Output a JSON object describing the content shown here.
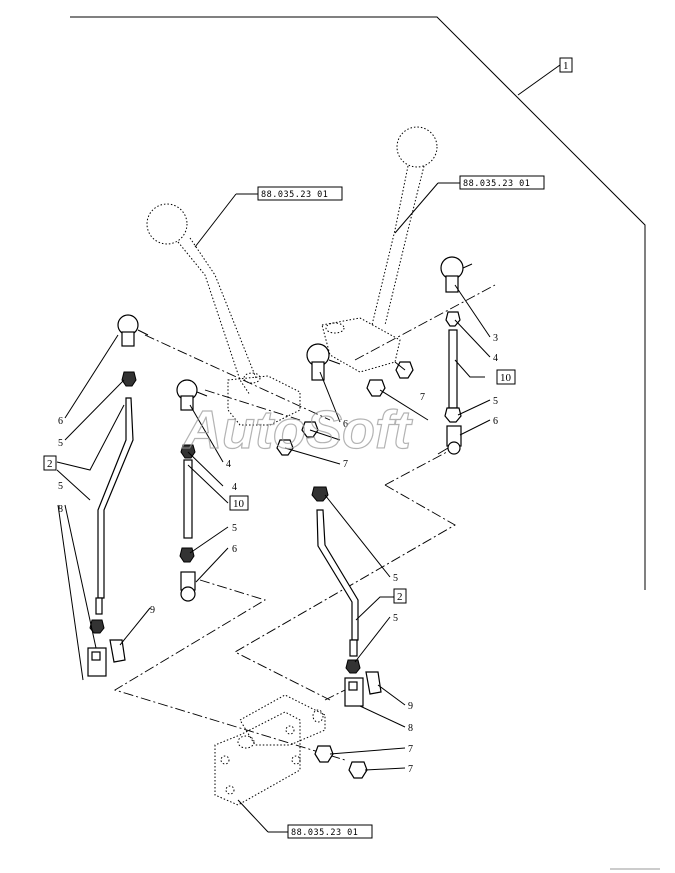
{
  "diagram": {
    "watermark": "AutoSoft",
    "assembly_ref": "1",
    "reference_labels": [
      {
        "id": "ref-left-lever",
        "text": "88.035.23 01"
      },
      {
        "id": "ref-right-lever",
        "text": "88.035.23 01"
      },
      {
        "id": "ref-bracket",
        "text": "88.035.23 01"
      }
    ],
    "boxed_callouts": [
      {
        "id": "box-assembly",
        "text": "1"
      },
      {
        "id": "box-left-rod",
        "text": "2"
      },
      {
        "id": "box-right-rod",
        "text": "2"
      },
      {
        "id": "box-left-stud",
        "text": "10"
      },
      {
        "id": "box-right-stud",
        "text": "10"
      }
    ],
    "callouts": [
      {
        "id": "c1",
        "text": "6"
      },
      {
        "id": "c2",
        "text": "5"
      },
      {
        "id": "c3",
        "text": "5"
      },
      {
        "id": "c4",
        "text": "8"
      },
      {
        "id": "c5",
        "text": "9"
      },
      {
        "id": "c6",
        "text": "4"
      },
      {
        "id": "c7",
        "text": "4"
      },
      {
        "id": "c8",
        "text": "5"
      },
      {
        "id": "c9",
        "text": "6"
      },
      {
        "id": "c10",
        "text": "6"
      },
      {
        "id": "c11",
        "text": "7"
      },
      {
        "id": "c12",
        "text": "7"
      },
      {
        "id": "c13",
        "text": "3"
      },
      {
        "id": "c14",
        "text": "4"
      },
      {
        "id": "c15",
        "text": "5"
      },
      {
        "id": "c16",
        "text": "6"
      },
      {
        "id": "c17",
        "text": "5"
      },
      {
        "id": "c18",
        "text": "5"
      },
      {
        "id": "c19",
        "text": "9"
      },
      {
        "id": "c20",
        "text": "8"
      },
      {
        "id": "c21",
        "text": "7"
      },
      {
        "id": "c22",
        "text": "7"
      }
    ]
  }
}
